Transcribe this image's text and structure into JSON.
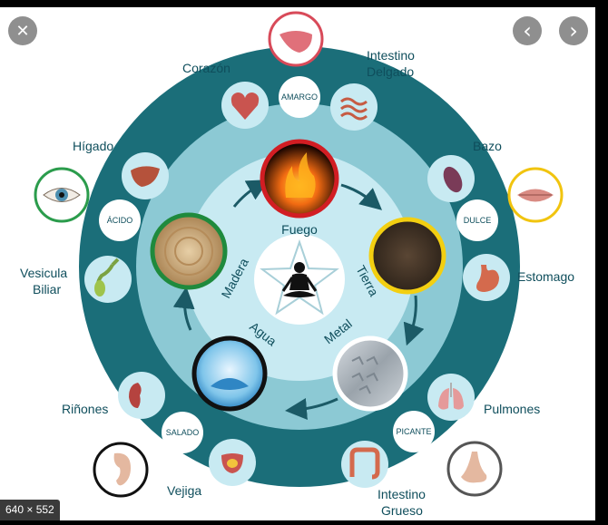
{
  "viewer": {
    "close_icon": "✕",
    "prev_icon": "‹",
    "next_icon": "›",
    "dimensions": "640 × 552"
  },
  "diagram": {
    "elements": {
      "fire": "Fuego",
      "earth": "Tierra",
      "metal": "Metal",
      "water": "Agua",
      "wood": "Madera"
    },
    "tastes": {
      "bitter": "AMARGO",
      "sweet": "DULCE",
      "spicy": "PICANTE",
      "salty": "SALADO",
      "sour": "ÁCIDO"
    },
    "organs": {
      "heart": "Corazón",
      "small_intestine_1": "Intestino",
      "small_intestine_2": "Delgado",
      "spleen": "Bazo",
      "stomach": "Estomago",
      "lungs": "Pulmones",
      "large_intestine_1": "Intestino",
      "large_intestine_2": "Grueso",
      "bladder": "Vejiga",
      "kidneys": "Riñones",
      "gallbladder_1": "Vesicula",
      "gallbladder_2": "Biliar",
      "liver": "Hígado"
    },
    "colors": {
      "outer_ring": "#1b6e79",
      "middle_ring": "#8cc9d4",
      "inner_disc": "#c8eaf2",
      "center": "#ffffff",
      "fire_ring": "#d21d23",
      "earth_ring": "#f3cf11",
      "metal_ring": "#ffffff",
      "water_ring": "#111111",
      "wood_ring": "#1f8a3d",
      "cycle_arrow": "#1b5a66",
      "label_text": "#0f4e5c"
    }
  }
}
